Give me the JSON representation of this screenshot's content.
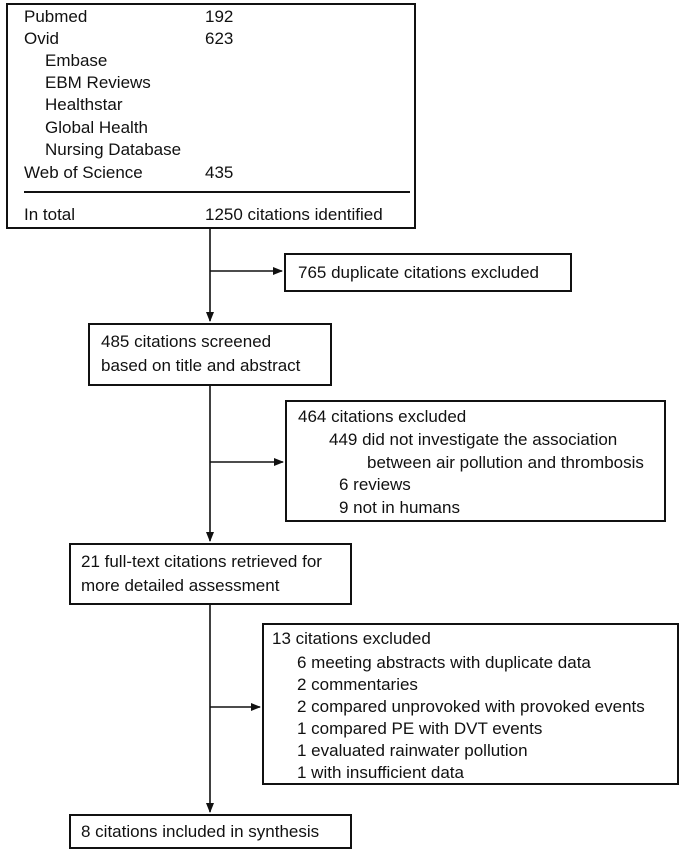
{
  "sources": {
    "items": [
      {
        "name": "Pubmed",
        "count": "192"
      },
      {
        "name": "Ovid",
        "count": "623"
      },
      {
        "name": "Embase"
      },
      {
        "name": "EBM Reviews"
      },
      {
        "name": "Healthstar"
      },
      {
        "name": "Global Health"
      },
      {
        "name": "Nursing Database"
      },
      {
        "name": "Web of Science",
        "count": "435"
      }
    ],
    "total_label": "In total",
    "total_value": "1250 citations identified"
  },
  "duplicates": "765 duplicate citations excluded",
  "screened": [
    "485 citations screened",
    "based on title and abstract"
  ],
  "excluded_screen": {
    "head": "464 citations excluded",
    "reasons": [
      "449 did not investigate the association",
      "between air pollution and thrombosis",
      "6 reviews",
      "9 not in humans"
    ]
  },
  "fulltext": [
    "21 full-text citations retrieved for",
    "more detailed assessment"
  ],
  "excluded_fulltext": {
    "head": "13 citations excluded",
    "reasons": [
      "6 meeting abstracts with duplicate data",
      "2 commentaries",
      "2 compared unprovoked with provoked events",
      "1 compared PE with DVT events",
      "1 evaluated rainwater pollution",
      "1 with insufficient data"
    ]
  },
  "included": "8 citations included in synthesis"
}
